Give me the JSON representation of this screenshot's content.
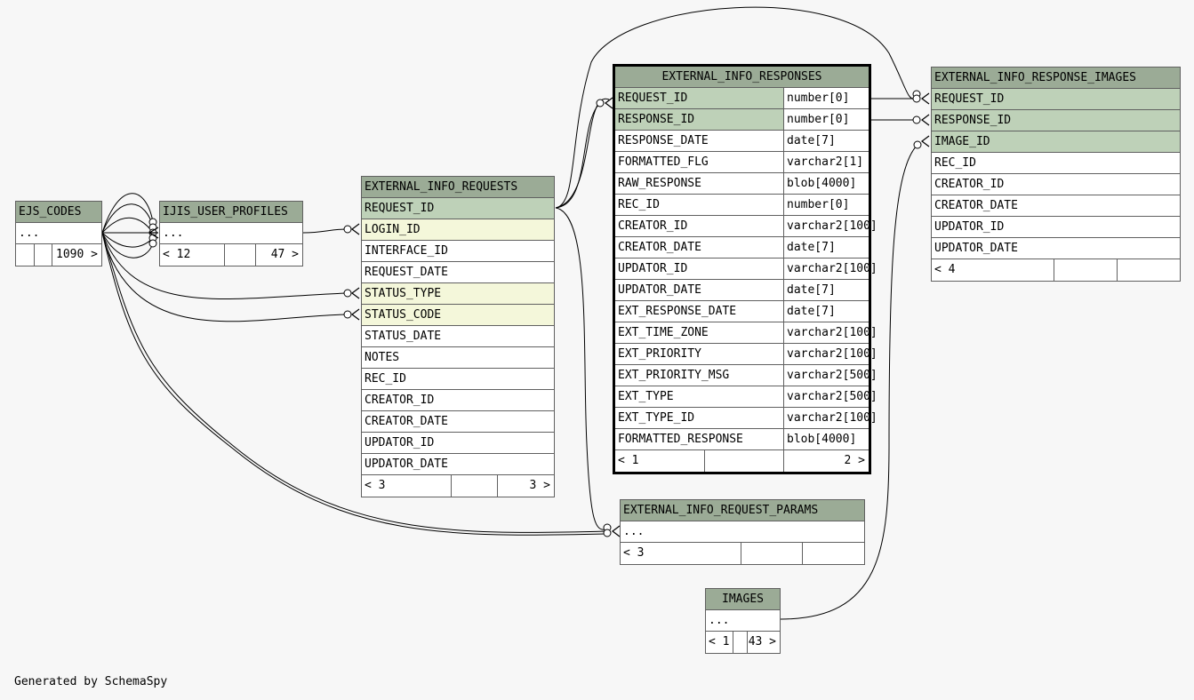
{
  "tables": {
    "ejs_codes": {
      "name": "EJS_CODES",
      "ellipsis": "...",
      "children": "1090 >"
    },
    "ijis_user_profiles": {
      "name": "IJIS_USER_PROFILES",
      "ellipsis": "...",
      "parents": "< 12",
      "children": "47 >"
    },
    "external_info_requests": {
      "name": "EXTERNAL_INFO_REQUESTS",
      "columns": [
        "REQUEST_ID",
        "LOGIN_ID",
        "INTERFACE_ID",
        "REQUEST_DATE",
        "STATUS_TYPE",
        "STATUS_CODE",
        "STATUS_DATE",
        "NOTES",
        "REC_ID",
        "CREATOR_ID",
        "CREATOR_DATE",
        "UPDATOR_ID",
        "UPDATOR_DATE"
      ],
      "parents": "< 3",
      "children": "3 >"
    },
    "external_info_responses": {
      "name": "EXTERNAL_INFO_RESPONSES",
      "columns": [
        {
          "name": "REQUEST_ID",
          "type": "number[0]"
        },
        {
          "name": "RESPONSE_ID",
          "type": "number[0]"
        },
        {
          "name": "RESPONSE_DATE",
          "type": "date[7]"
        },
        {
          "name": "FORMATTED_FLG",
          "type": "varchar2[1]"
        },
        {
          "name": "RAW_RESPONSE",
          "type": "blob[4000]"
        },
        {
          "name": "REC_ID",
          "type": "number[0]"
        },
        {
          "name": "CREATOR_ID",
          "type": "varchar2[100]"
        },
        {
          "name": "CREATOR_DATE",
          "type": "date[7]"
        },
        {
          "name": "UPDATOR_ID",
          "type": "varchar2[100]"
        },
        {
          "name": "UPDATOR_DATE",
          "type": "date[7]"
        },
        {
          "name": "EXT_RESPONSE_DATE",
          "type": "date[7]"
        },
        {
          "name": "EXT_TIME_ZONE",
          "type": "varchar2[100]"
        },
        {
          "name": "EXT_PRIORITY",
          "type": "varchar2[100]"
        },
        {
          "name": "EXT_PRIORITY_MSG",
          "type": "varchar2[500]"
        },
        {
          "name": "EXT_TYPE",
          "type": "varchar2[500]"
        },
        {
          "name": "EXT_TYPE_ID",
          "type": "varchar2[100]"
        },
        {
          "name": "FORMATTED_RESPONSE",
          "type": "blob[4000]"
        }
      ],
      "parents": "< 1",
      "children": "2 >"
    },
    "external_info_response_images": {
      "name": "EXTERNAL_INFO_RESPONSE_IMAGES",
      "columns": [
        "REQUEST_ID",
        "RESPONSE_ID",
        "IMAGE_ID",
        "REC_ID",
        "CREATOR_ID",
        "CREATOR_DATE",
        "UPDATOR_ID",
        "UPDATOR_DATE"
      ],
      "parents": "< 4"
    },
    "external_info_request_params": {
      "name": "EXTERNAL_INFO_REQUEST_PARAMS",
      "ellipsis": "...",
      "parents": "< 3"
    },
    "images": {
      "name": "IMAGES",
      "ellipsis": "...",
      "parents": "< 1",
      "children": "43 >"
    }
  },
  "colors": {
    "header": "#9bab96",
    "key": "#bed1b8",
    "index": "#f4f7da",
    "background": "#f7f7f7"
  },
  "footer": "Generated by SchemaSpy"
}
